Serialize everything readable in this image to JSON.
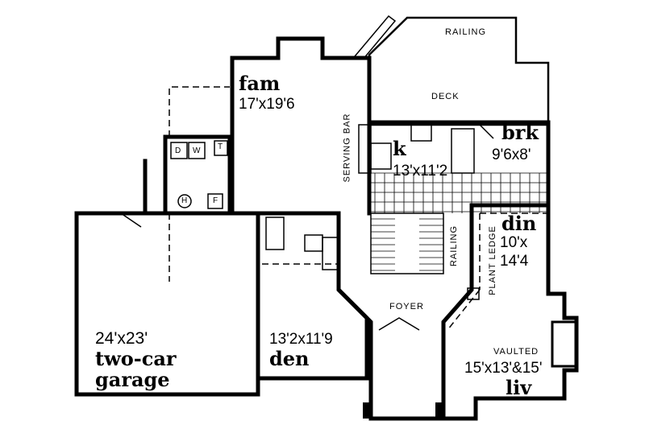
{
  "rooms": {
    "family": {
      "name": "fam",
      "size": "17'x19'6"
    },
    "deck": {
      "name": "DECK",
      "railing": "RAILING"
    },
    "kitchen": {
      "name": "k",
      "size": "13'x11'2",
      "serving_bar": "SERVING BAR"
    },
    "breakfast": {
      "name": "brk",
      "size": "9'6x8'"
    },
    "dining": {
      "name": "din",
      "size_line1": "10'x",
      "size_line2": "14'4",
      "plant_ledge": "PLANT LEDGE"
    },
    "stair": {
      "railing": "RAILING"
    },
    "foyer": {
      "name": "FOYER"
    },
    "living": {
      "name": "liv",
      "note": "VAULTED",
      "size": "15'x13'&15'"
    },
    "den": {
      "name": "den",
      "size": "13'2x11'9"
    },
    "garage": {
      "name_line1": "two-car",
      "name_line2": "garage",
      "size": "24'x23'"
    },
    "laundry": {
      "dryer": "D",
      "washer": "W",
      "tub": "T",
      "heater": "H",
      "furnace": "F"
    }
  }
}
